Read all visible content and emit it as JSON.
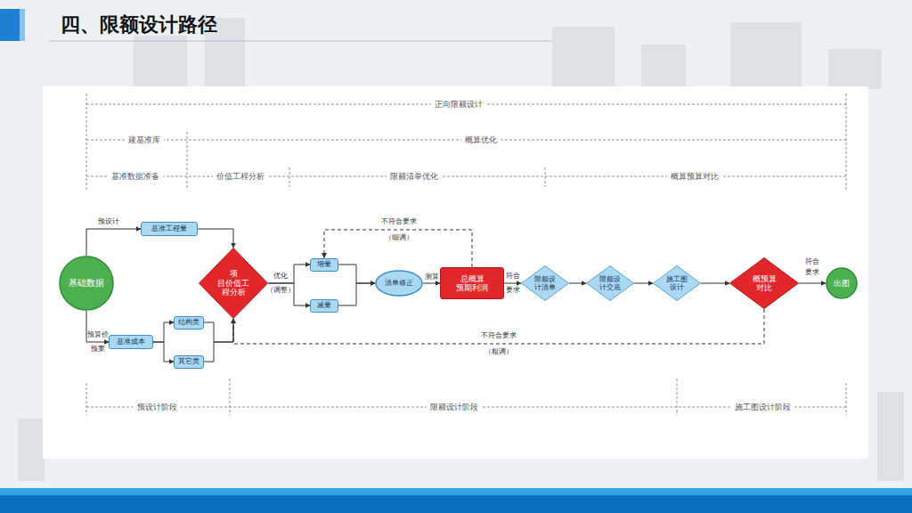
{
  "diagram": {
    "title": "四、限额设计路径",
    "nodes": [
      {
        "text": [
          "基础数据"
        ]
      },
      {
        "text": [
          "基准工程量"
        ]
      },
      {
        "text": [
          "基准成本"
        ]
      },
      {
        "text": [
          "结构类"
        ]
      },
      {
        "text": [
          "其它类"
        ]
      },
      {
        "text": [
          "项 目价值工 程分析"
        ]
      },
      {
        "text": [
          "增量"
        ]
      },
      {
        "text": [
          "减量"
        ]
      },
      {
        "text": [
          "清单修正"
        ]
      },
      {
        "text": [
          "总概算 预期利润"
        ]
      },
      {
        "text": [
          "限额设 计清单"
        ]
      },
      {
        "text": [
          "限额设 计交底"
        ]
      },
      {
        "text": [
          "施工图 设计"
        ]
      },
      {
        "text": [
          "概预算 对比"
        ]
      },
      {
        "text": [
          "出图"
        ]
      }
    ],
    "edges": [
      {
        "from": 0,
        "to": 1,
        "arrow": "to",
        "label": "预设计"
      },
      {
        "from": 0,
        "to": 2,
        "arrow": "to",
        "label": "预算价 预案"
      },
      {
        "from": 1,
        "to": 5,
        "arrow": "to"
      },
      {
        "from": 2,
        "to": 3,
        "arrow": "to"
      },
      {
        "from": 2,
        "to": 4,
        "arrow": "to"
      },
      {
        "from": 3,
        "to": 5,
        "arrow": "to"
      },
      {
        "from": 4,
        "to": 5,
        "arrow": "to"
      },
      {
        "from": 5,
        "to": 6,
        "arrow": "to",
        "label": "优化 （调整）"
      },
      {
        "from": 5,
        "to": 7,
        "arrow": "to"
      },
      {
        "from": 6,
        "to": 8,
        "arrow": "to"
      },
      {
        "from": 7,
        "to": 8,
        "arrow": "to"
      },
      {
        "from": 8,
        "to": 9,
        "arrow": "to",
        "label": "测算"
      },
      {
        "from": 9,
        "to": 6,
        "arrow": "to",
        "label": "不符合要求 （细调）"
      },
      {
        "from": 9,
        "to": 10,
        "arrow": "to",
        "label": "符合 要求"
      },
      {
        "from": 10,
        "to": 11,
        "arrow": "to"
      },
      {
        "from": 11,
        "to": 12,
        "arrow": "to"
      },
      {
        "from": 12,
        "to": 13,
        "arrow": "to"
      },
      {
        "from": 13,
        "to": 14,
        "arrow": "to",
        "label": "符合 要求"
      },
      {
        "from": 13,
        "to": 5,
        "arrow": "to",
        "label": "不符合要求 （粗调）"
      }
    ],
    "labels": [
      "正向限额设计",
      "建基准库",
      "概算优化",
      "基准数据准备",
      "价值工程分析",
      "限额清单优化",
      "概算预算对比",
      "预设计阶段",
      "限额设计阶段",
      "施工图设计阶段"
    ]
  }
}
